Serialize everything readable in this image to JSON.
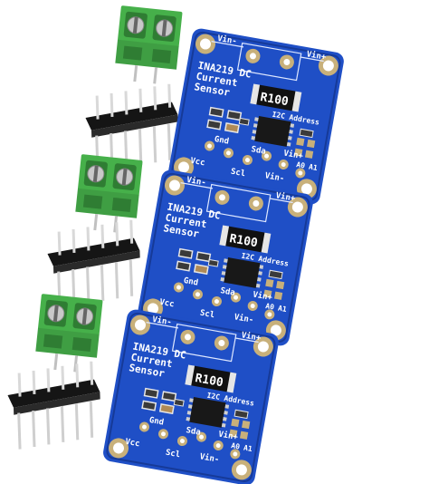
{
  "colors": {
    "pcb": "#1f4fc6",
    "pcb_dark": "#163a98",
    "terminal": "#46b04a",
    "terminal_dark": "#2f7d33",
    "header_plastic": "#151515",
    "pin_metal": "#d9d9d9",
    "pad_gold": "#c8b07a"
  },
  "boards": [
    {
      "title_line1": "INA219 DC",
      "title_line2": "Current",
      "title_line3": "Sensor",
      "resistor_label": "R100",
      "top_left_label": "Vin-",
      "top_right_label": "Vin+",
      "i2c_label": "I2C Address",
      "a0_label": "A0",
      "a1_label": "A1",
      "bottom_vcc": "Vcc",
      "bottom_gnd": "Gnd",
      "bottom_scl": "Scl",
      "bottom_sda": "Sda",
      "bottom_vin_minus": "Vin-",
      "bottom_vin_plus": "Vin+"
    },
    {
      "title_line1": "INA219 DC",
      "title_line2": "Current",
      "title_line3": "Sensor",
      "resistor_label": "R100",
      "top_left_label": "Vin-",
      "top_right_label": "Vin+",
      "i2c_label": "I2C Address",
      "a0_label": "A0",
      "a1_label": "A1",
      "bottom_vcc": "Vcc",
      "bottom_gnd": "Gnd",
      "bottom_scl": "Scl",
      "bottom_sda": "Sda",
      "bottom_vin_minus": "Vin-",
      "bottom_vin_plus": "Vin+"
    },
    {
      "title_line1": "INA219 DC",
      "title_line2": "Current",
      "title_line3": "Sensor",
      "resistor_label": "R100",
      "top_left_label": "Vin-",
      "top_right_label": "Vin+",
      "i2c_label": "I2C Address",
      "a0_label": "A0",
      "a1_label": "A1",
      "bottom_vcc": "Vcc",
      "bottom_gnd": "Gnd",
      "bottom_scl": "Scl",
      "bottom_sda": "Sda",
      "bottom_vin_minus": "Vin-",
      "bottom_vin_plus": "Vin+"
    }
  ]
}
